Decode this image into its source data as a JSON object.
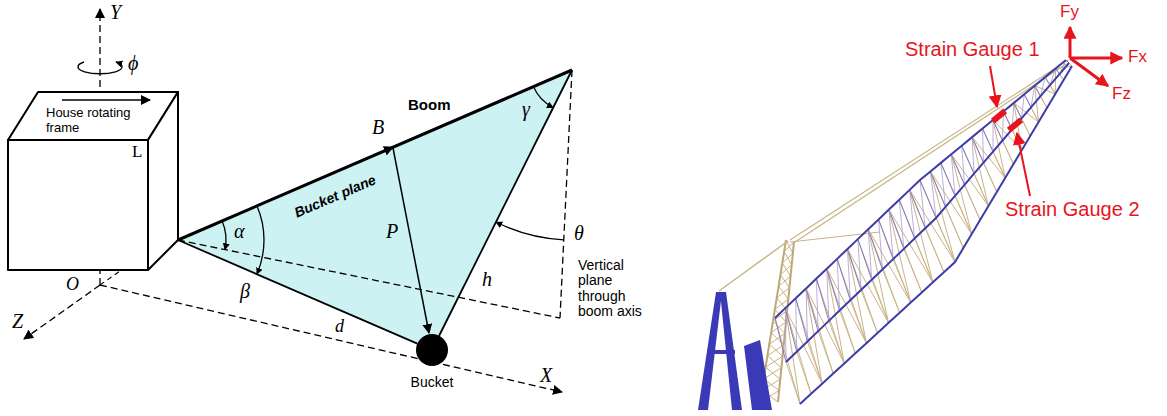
{
  "diagram": {
    "nodes": [
      {
        "text": [
          "House rotating frame",
          "L"
        ]
      },
      {
        "text": [
          "Bucket"
        ]
      }
    ],
    "edges": [
      {
        "from": 0,
        "to": 1,
        "arrow": "none",
        "label": "d"
      }
    ],
    "labels": [
      "Y",
      "ϕ",
      "B",
      "Boom",
      "Bucket plane",
      "γ",
      "α",
      "P",
      "θ",
      "Vertical plane through boom axis",
      "h",
      "β",
      "O",
      "Z",
      "X",
      "Fy",
      "Fx",
      "Fz",
      "Strain Gauge 1",
      "Strain Gauge 2"
    ]
  }
}
